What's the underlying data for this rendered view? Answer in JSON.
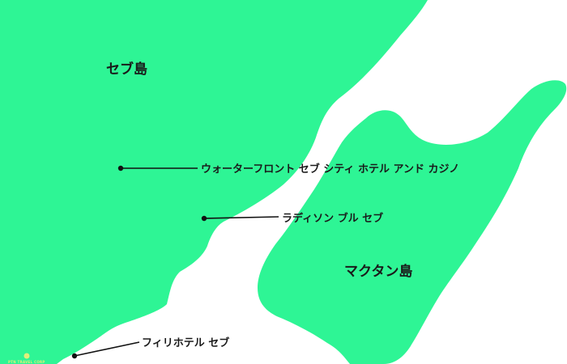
{
  "map": {
    "land_color": "#2ef595",
    "water_color": "#ffffff",
    "text_color": "#1a1a1a",
    "islands": {
      "cebu": {
        "label": "セブ島"
      },
      "mactan": {
        "label": "マクタン島"
      }
    },
    "places": [
      {
        "id": "waterfront",
        "label": "ウォーターフロント セブ シティ ホテル アンド カジノ"
      },
      {
        "id": "radisson",
        "label": "ラディソン ブル セブ"
      },
      {
        "id": "filiHotel",
        "label": "フィリホテル セブ"
      }
    ],
    "watermark": {
      "text": "PTN TRAVEL CORP",
      "color": "#e0ef7a"
    }
  }
}
